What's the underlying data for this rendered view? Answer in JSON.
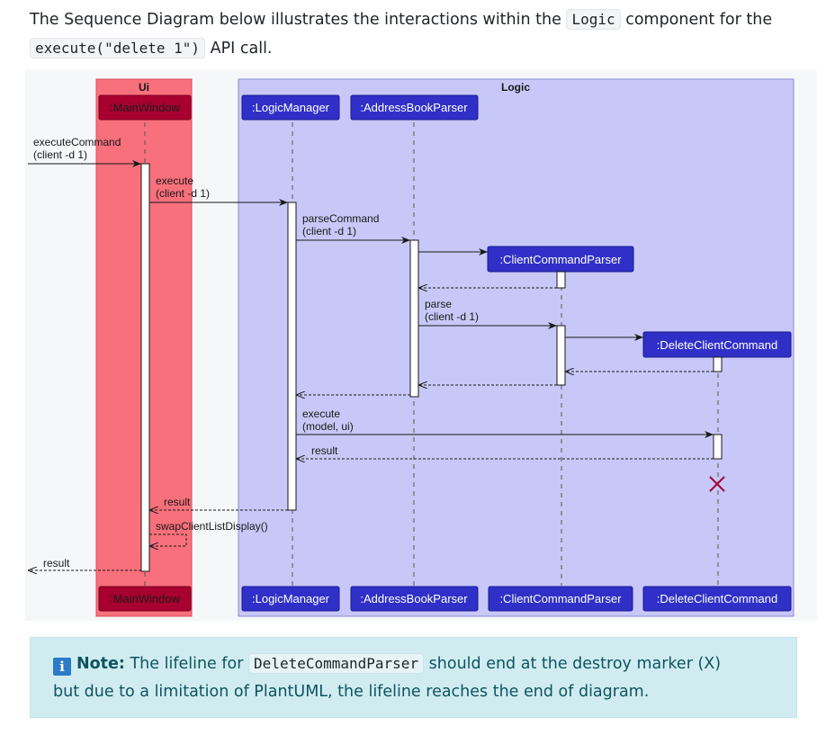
{
  "intro": {
    "text1": "The Sequence Diagram below illustrates the interactions within the",
    "code1": "Logic",
    "text2": "component for the",
    "code2": "execute(\"delete 1\")",
    "text3": "API call."
  },
  "diagram": {
    "groups": {
      "ui": "Ui",
      "logic": "Logic"
    },
    "participants": {
      "main_window": ":MainWindow",
      "logic_manager": ":LogicManager",
      "address_book_parser": ":AddressBookParser",
      "client_command_parser": ":ClientCommandParser",
      "delete_client_command": ":DeleteClientCommand"
    },
    "messages": {
      "execute_command_1": "executeCommand",
      "execute_command_2": "(client -d 1)",
      "execute_1": "execute",
      "execute_2": "(client -d 1)",
      "parse_command_1": "parseCommand",
      "parse_command_2": "(client -d 1)",
      "parse_1": "parse",
      "parse_2": "(client -d 1)",
      "execute_model_1": "execute",
      "execute_model_2": "(model, ui)",
      "result_logic": "result",
      "result_ui": "result",
      "swap": "swapClientListDisplay()",
      "result_out": "result"
    },
    "colors": {
      "ui_group": "#f8707c",
      "logic_group": "#c8c8f8",
      "main_window_box": "#a80030",
      "logic_box": "#3030c8",
      "destroy": "#a80036"
    }
  },
  "note": {
    "icon": "info-icon",
    "label": "Note:",
    "text1": "The lifeline for",
    "code": "DeleteCommandParser",
    "text2": "should end at the destroy marker (X)",
    "text3": "but due to a limitation of PlantUML, the lifeline reaches the end of diagram."
  }
}
